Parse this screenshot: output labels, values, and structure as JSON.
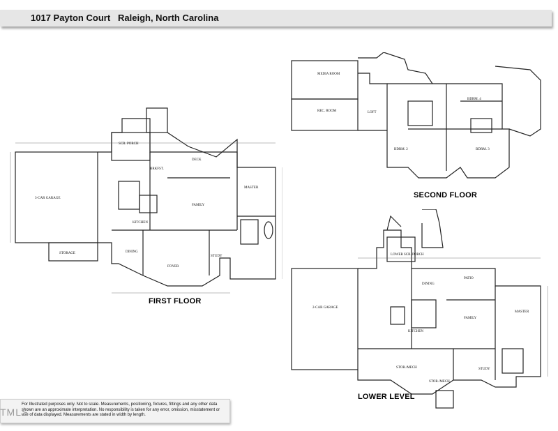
{
  "header": {
    "address": "1017 Payton Court",
    "city": "Raleigh, North Carolina"
  },
  "plans": {
    "first_floor": {
      "label": "FIRST FLOOR",
      "rooms": [
        "3-CAR GARAGE",
        "STORAGE",
        "SCR. PORCH",
        "BRKFST.",
        "DECK",
        "KITCHEN",
        "FAMILY",
        "MASTER",
        "DINING",
        "FOYER",
        "STUDY"
      ]
    },
    "second_floor": {
      "label": "SECOND FLOOR",
      "rooms": [
        "MEDIA ROOM",
        "REC. ROOM",
        "LOFT",
        "BDRM. 4",
        "BDRM. 2",
        "BDRM. 3"
      ]
    },
    "lower_level": {
      "label": "LOWER LEVEL",
      "rooms": [
        "LOWER SCR. PORCH",
        "PATIO",
        "DINING",
        "2-CAR GARAGE",
        "KITCHEN",
        "FAMILY",
        "MASTER",
        "STOR./MECH",
        "STUDY",
        "STOR./MECH"
      ]
    }
  },
  "disclaimer": "For Illustrated purposes only. Not to scale. Measurements, positioning, fixtures, fittings and any other data shown are an approximate interpretation. No responsibility is taken for any error, omission, misstatement or use of data displayed. Measurements are stated in width by length.",
  "watermark": "TMLS"
}
